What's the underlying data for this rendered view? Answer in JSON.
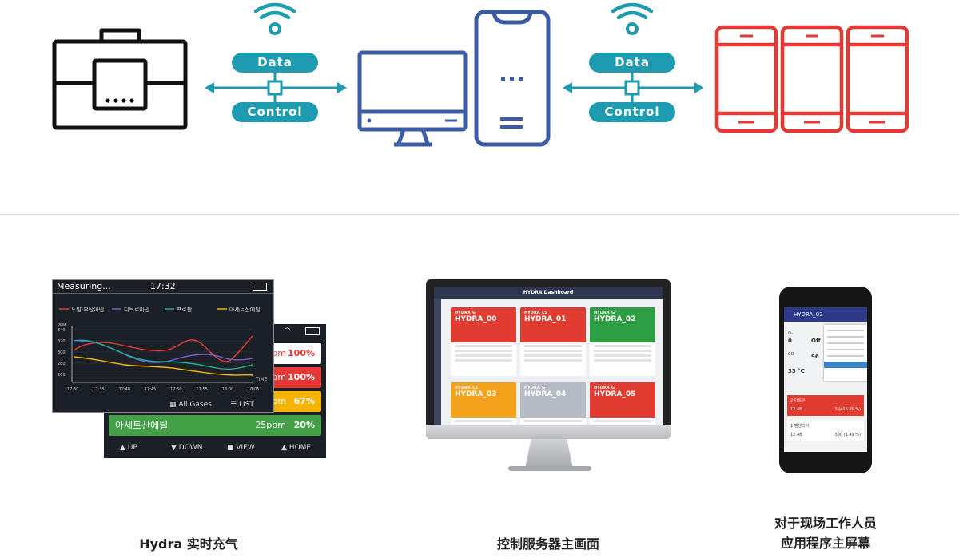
{
  "top": {
    "left_link": {
      "data_label": "Data",
      "control_label": "Control"
    },
    "right_link": {
      "data_label": "Data",
      "control_label": "Control"
    }
  },
  "device_screen": {
    "status": "Measuring...",
    "time": "17:32",
    "legend": [
      "노말-부탄아민",
      "디브로아민",
      "프로판",
      "아세트산에틸"
    ],
    "y_unit": "PPM",
    "y_ticks": [
      "340",
      "320",
      "300",
      "280",
      "260"
    ],
    "x_ticks": [
      "17:30",
      "17:35",
      "17:40",
      "17:45",
      "17:50",
      "17:55",
      "18:00",
      "18:05"
    ],
    "x_axis_label": "TIME",
    "footer_left": "All Gases",
    "footer_right": "LIST",
    "rows": [
      {
        "gas": "",
        "ppm": "pm",
        "pct": "100%",
        "color": "#ffffff",
        "text": "#e53935"
      },
      {
        "gas": "",
        "ppm": "pm",
        "pct": "100%",
        "color": "#e53935",
        "text": "#ffffff"
      },
      {
        "gas": "",
        "ppm": "pm",
        "pct": "67%",
        "color": "#f4b400",
        "text": "#ffffff"
      },
      {
        "gas": "아세트산에틸",
        "ppm": "25ppm",
        "pct": "20%",
        "color": "#43a047",
        "text": "#ffffff"
      }
    ],
    "buttons": [
      "UP",
      "DOWN",
      "VIEW",
      "HOME"
    ]
  },
  "dashboard": {
    "title": "HYDRA Dashboard",
    "cards": [
      {
        "type": "HYDRA_G",
        "name": "HYDRA_00",
        "color": "#e03c31"
      },
      {
        "type": "HYDRA_LS",
        "name": "HYDRA_01",
        "color": "#e03c31"
      },
      {
        "type": "HYDRA_G",
        "name": "HYDRA_02",
        "color": "#2e9e44"
      },
      {
        "type": "HYDRA_LS",
        "name": "HYDRA_03",
        "color": "#f4a21b"
      },
      {
        "type": "HYDRA_G",
        "name": "HYDRA_04",
        "color": "#b5bcc6"
      },
      {
        "type": "HYDRA_G",
        "name": "HYDRA_05",
        "color": "#e03c31"
      }
    ]
  },
  "phone": {
    "title": "HYDRA_02",
    "labels": [
      "O₂",
      "CO",
      "33 °C"
    ],
    "values": [
      "0",
      "Off",
      "96"
    ],
    "alert_title": "2 아르곤",
    "alert_value": "12.48",
    "alert_pct": "3 (416.00 %)",
    "item_title": "1 벤젠티아",
    "item_value": "12.48",
    "item_pct": "300 (1.49 %)"
  },
  "captions": {
    "left": "Hydra 实时充气",
    "middle": "控制服务器主画面",
    "right_line1": "对于现场工作人员",
    "right_line2": "应用程序主屏幕"
  }
}
